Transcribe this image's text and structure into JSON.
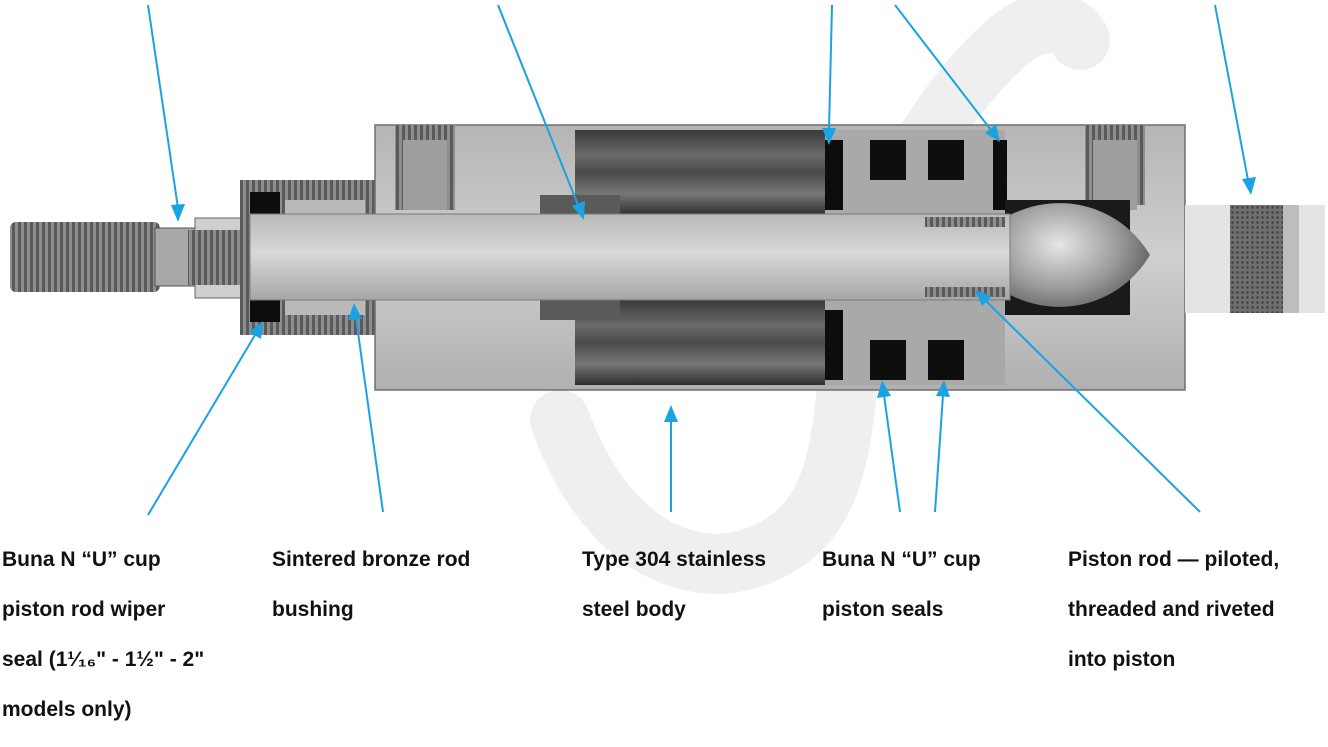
{
  "callouts": {
    "wiper_seal": {
      "lines": [
        "Buna N “U” cup",
        "piston rod wiper",
        "seal (1¹⁄₁₆\" - 1½\" - 2\"",
        "models only)"
      ]
    },
    "rod_bushing": {
      "lines": [
        "Sintered bronze rod",
        "bushing"
      ]
    },
    "body": {
      "lines": [
        "Type 304 stainless",
        "steel body"
      ]
    },
    "piston_seals": {
      "lines": [
        "Buna N “U” cup",
        "piston seals"
      ]
    },
    "piston_rod": {
      "lines": [
        "Piston rod — piloted,",
        "threaded and riveted",
        "into piston"
      ]
    }
  },
  "colors": {
    "arrow": "#1aa3e0",
    "steel_light": "#c9c9c9",
    "steel_mid": "#a9a9a9",
    "steel_dark": "#7d7d7d",
    "cavity": "#2a2a2a",
    "seal_black": "#0d0d0d",
    "watermark": "#1a1a1a"
  }
}
